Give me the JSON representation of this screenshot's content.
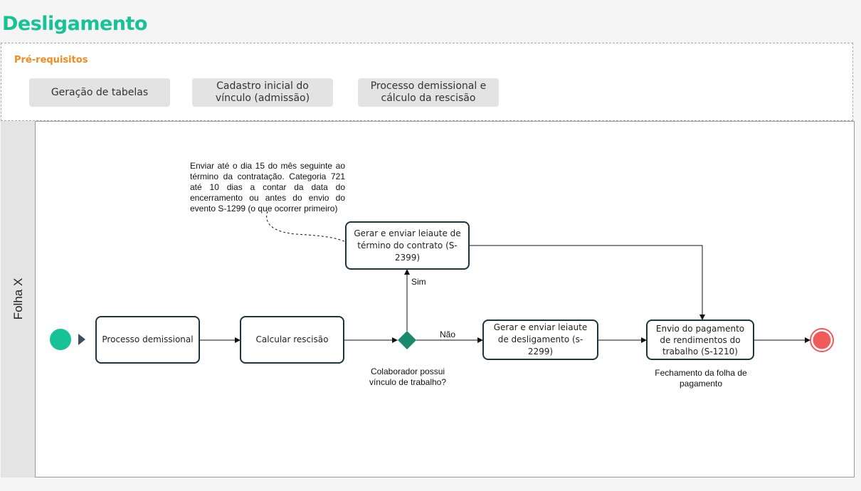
{
  "title": "Desligamento",
  "prerequisites": {
    "label": "Pré-requisitos",
    "items": [
      "Geração de tabelas",
      "Cadastro inicial do vínculo (admissão)",
      "Processo demissional e cálculo da rescisão"
    ]
  },
  "lane": {
    "title": "Folha X"
  },
  "tasks": {
    "processo_demissional": "Processo demissional",
    "calcular_rescisao": "Calcular rescisão",
    "gerar_termino": "Gerar e enviar leiaute de término do contrato (S-2399)",
    "gerar_desligamento": "Gerar e enviar leiaute de desligamento (s-2299)",
    "envio_pagamento": "Envio do pagamento de rendimentos do trabalho (S-1210)"
  },
  "gateway": {
    "question": "Colaborador possui vínculo de trabalho?",
    "yes": "Sim",
    "no": "Não"
  },
  "annotations": {
    "deadline_note": "Enviar até o dia 15 do mês seguinte ao término da contratação. Categoria 721 até 10 dias a contar da data do encerramento ou antes do envio do evento S-1299 (o que ocorrer primeiro)",
    "fechamento": "Fechamento da folha de pagamento"
  },
  "colors": {
    "title": "#17c296",
    "prereq_label": "#f28a1c",
    "start_event": "#17c296",
    "end_event": "#f05a5a",
    "gateway": "#1a8a6c",
    "task_border": "#1d3441"
  }
}
